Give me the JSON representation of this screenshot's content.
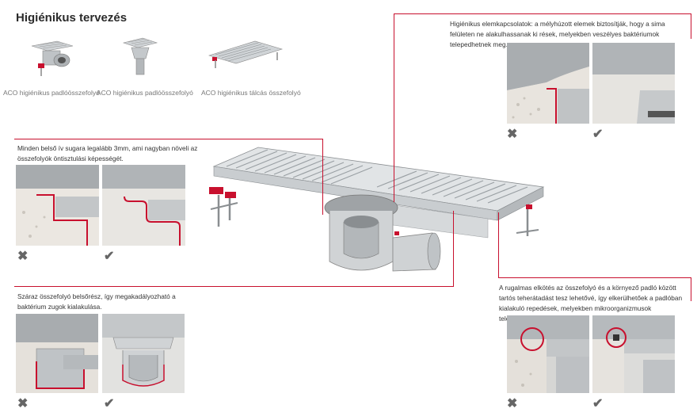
{
  "title": "Higiénikus tervezés",
  "products": [
    {
      "caption": "ACO higiénikus padlóösszefolyó"
    },
    {
      "caption": "ACO higiénikus padlóösszefolyó"
    },
    {
      "caption": "ACO higiénikus tálcás összefolyó"
    }
  ],
  "callouts": {
    "top_right": "Higiénikus elemkapcsolatok: a mélyhúzott elemek biztosítják, hogy a sima felületen ne alakulhassanak ki rések, melyekben veszélyes baktériumok telepedhetnek meg.",
    "mid_left": "Minden belső ív sugara legalább 3mm, ami nagyban növeli az összefolyók öntisztulási képességét.",
    "bottom_left": "Száraz összefolyó belsőrész, így megakadályozható a baktérium zugok kialakulása.",
    "bottom_right": "A rugalmas elkötés az összefolyó és a környező padló között tartós teherátadást tesz lehetővé, így elkerülhetőek a padlóban kialakuló repedések, melyekben mikroorganizmusok telepedhetnek meg."
  },
  "marks": {
    "bad": "✖",
    "good": "✔"
  },
  "colors": {
    "accent_red": "#c8102e",
    "steel": "#b8bcc0",
    "concrete": "#e6e2dc"
  }
}
